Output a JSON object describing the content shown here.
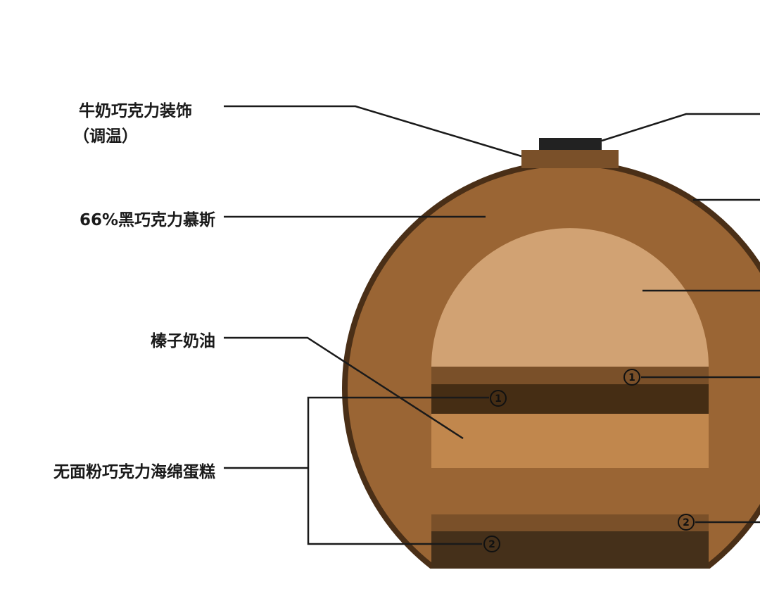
{
  "labels": {
    "milk_chocolate_decoration": "牛奶巧克力装饰",
    "tempered": "（调温）",
    "dark_mousse": "66%黑巧克力慕斯",
    "hazelnut_cream": "榛子奶油",
    "flourless_sponge": "无面粉巧克力海绵蛋糕"
  },
  "markers": {
    "one": "1",
    "two": "2"
  },
  "colors": {
    "shell": "#9a6534",
    "outline": "#4a2f17",
    "dome": "#d1a273",
    "band": "#7a5029",
    "dark_layer": "#452d14",
    "cream_layer": "#c1874d",
    "cap": "#7a5029",
    "cap_top": "#222222"
  }
}
